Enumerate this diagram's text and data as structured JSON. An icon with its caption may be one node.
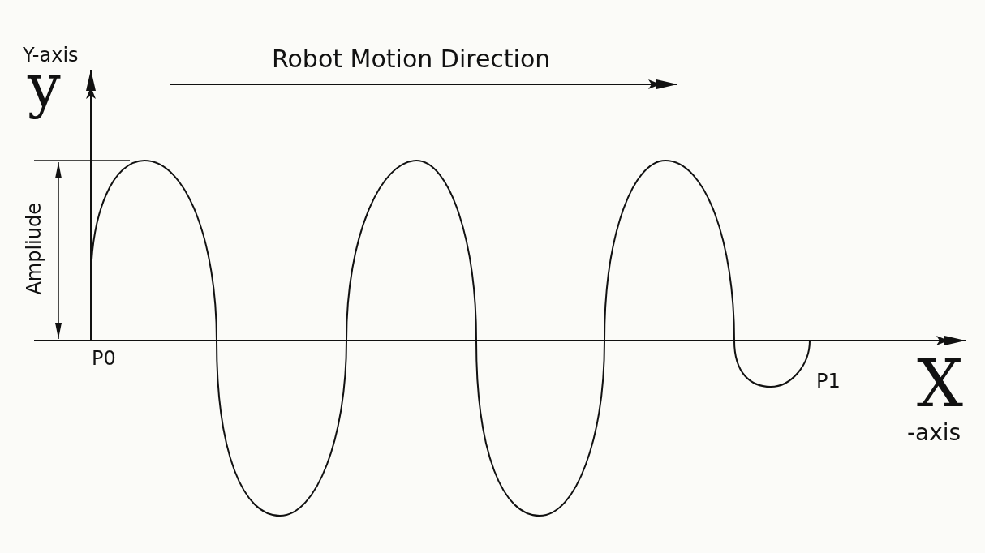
{
  "diagram": {
    "labels": [
      "Y-axis",
      "y",
      "Robot Motion Direction",
      "Ampliude",
      "P0",
      "P1",
      "X",
      "-axis"
    ]
  }
}
